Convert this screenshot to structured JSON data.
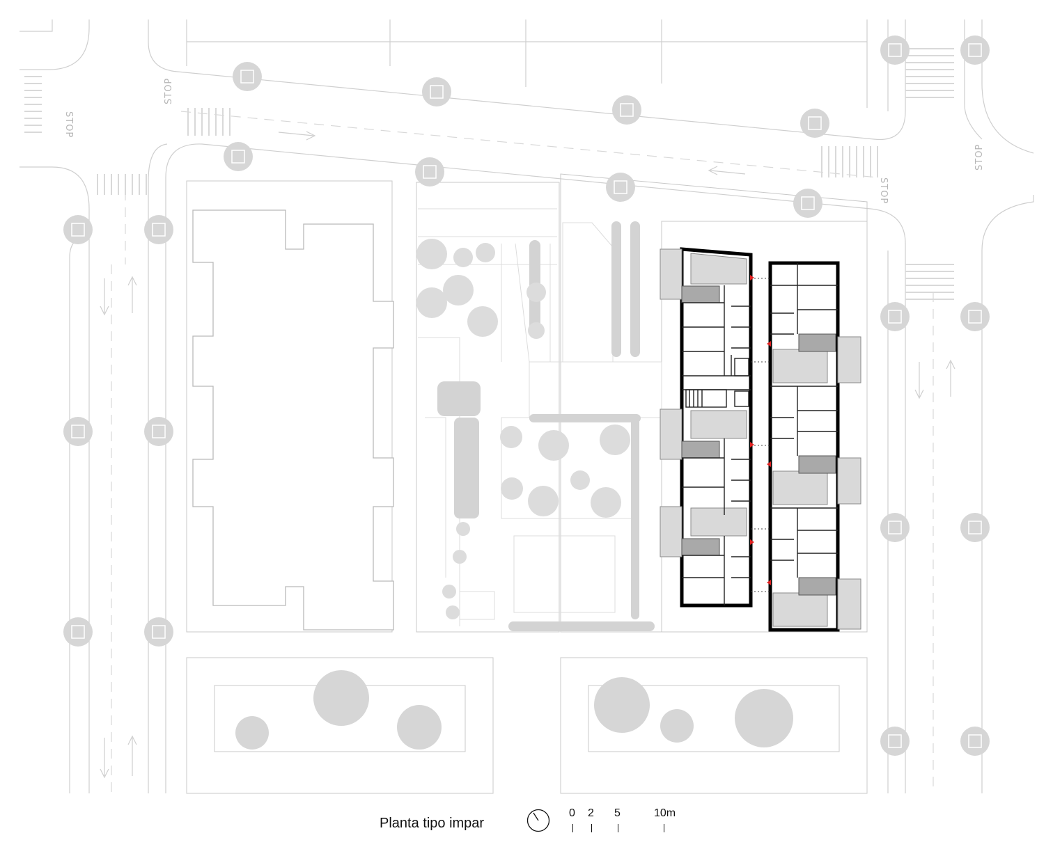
{
  "caption": {
    "title": "Planta tipo impar"
  },
  "scale_bar": {
    "labels": [
      "0",
      "2",
      "5",
      "10m"
    ]
  },
  "street_markings": {
    "stop_labels": [
      "STOP",
      "STOP",
      "STOP",
      "STOP"
    ]
  },
  "icons": {
    "north_arrow": "north-arrow-icon",
    "tree": "tree-icon"
  },
  "colors": {
    "walls": "#000000",
    "context_lines": "#cfcfcf",
    "balcony_fill": "#d9d9d9",
    "service_fill": "#a9a9a9",
    "entrance_marker": "#e02020"
  }
}
